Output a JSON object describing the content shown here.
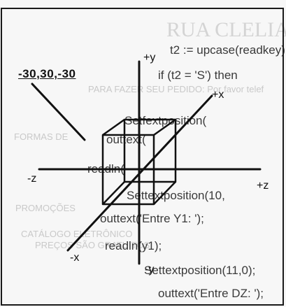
{
  "diagram": {
    "corner_label": "-30,30,-30",
    "axes": {
      "plus_y": "+y",
      "minus_y": "-y",
      "plus_x": "+x",
      "minus_x": "-x",
      "plus_z": "+z",
      "minus_z": "-z"
    }
  },
  "background_text": {
    "header": "RUA CLELIA",
    "lines": [
      "t2 := upcase(readkey);",
      "if (t2 = 'S') then",
      "PARA FAZER SEU PEDIDO: Por favor telef",
      "Setfextposition(",
      "outtext(",
      "FORMAS DE",
      "readln(",
      "Settextposition(10,",
      "PROMOÇÕES",
      "outtext('Entre Y1: ');",
      "CATÁLOGO ELETRÔNICO",
      "PREÇOS SÃO GRATUITOS",
      "readln(y1);",
      "Settextposition(11,0);",
      "outtext('Entre DZ: ');"
    ]
  },
  "colors": {
    "ink": "#111111",
    "faded_text": "#c9c9c9"
  }
}
